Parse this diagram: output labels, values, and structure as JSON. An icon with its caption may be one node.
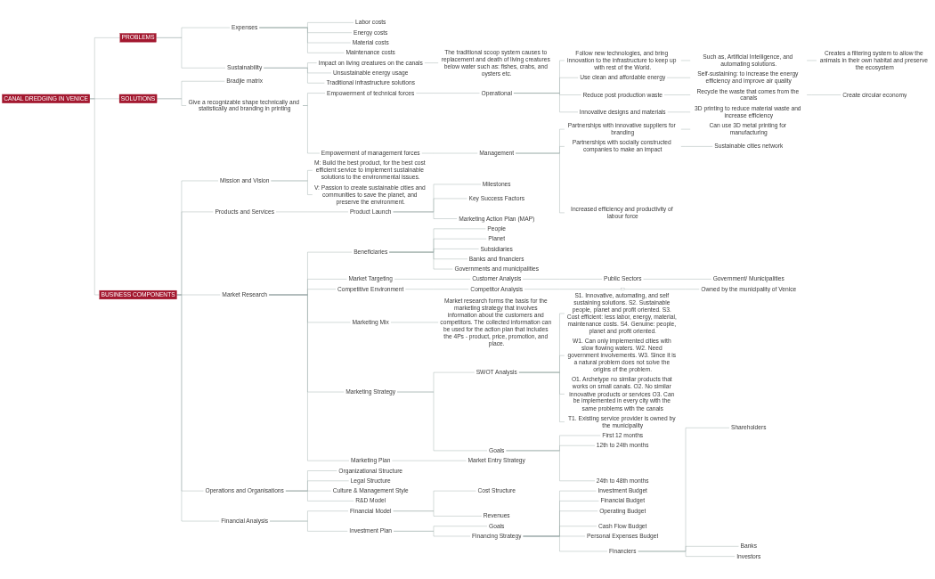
{
  "diagram": {
    "nodes": [
      {
        "text": [
          "CANAL DREDGING IN VENICE"
        ]
      },
      {
        "text": [
          "PROBLEMS"
        ]
      },
      {
        "text": [
          "Expenses"
        ]
      },
      {
        "text": [
          "Labor costs"
        ]
      },
      {
        "text": [
          "Energy costs"
        ]
      },
      {
        "text": [
          "Material costs"
        ]
      },
      {
        "text": [
          "Maintenance costs"
        ]
      },
      {
        "text": [
          "Sustainability"
        ]
      },
      {
        "text": [
          "Impact on living creatures on the canals"
        ]
      },
      {
        "text": [
          "The traditional scoop system causes to replacement and death of living creatures below water such as: fishes, crabs, and oysters etc."
        ]
      },
      {
        "text": [
          "Unsustainable energy usage"
        ]
      },
      {
        "text": [
          "Traditional infrastructure solutions"
        ]
      },
      {
        "text": [
          "SOLUTIONS"
        ]
      },
      {
        "text": [
          "Bradjie matrix"
        ]
      },
      {
        "text": [
          "Give a recognizable shape technically and statistically and branding in printing"
        ]
      },
      {
        "text": [
          "Empowerment of technical forces"
        ]
      },
      {
        "text": [
          "Operational"
        ]
      },
      {
        "text": [
          "Follow new technologies, and bring innovation to the infrastructure to keep up with rest of the World."
        ]
      },
      {
        "text": [
          "Such as, Artificial Intelligence, and automating solutions."
        ]
      },
      {
        "text": [
          "Creates a filtering system to allow the animals in their own habitat and preserve the ecosystem"
        ]
      },
      {
        "text": [
          "Use clean and affordable energy"
        ]
      },
      {
        "text": [
          "Self-sustaining: to increase the energy efficiency and improve air quality"
        ]
      },
      {
        "text": [
          "Reduce post production waste"
        ]
      },
      {
        "text": [
          "Recycle the waste that comes from the canals"
        ]
      },
      {
        "text": [
          "Create circular economy"
        ]
      },
      {
        "text": [
          "Innovative designs and materials"
        ]
      },
      {
        "text": [
          "3D printing to reduce material waste and increase efficiency"
        ]
      },
      {
        "text": [
          "Empowerment of management forces"
        ]
      },
      {
        "text": [
          "Management"
        ]
      },
      {
        "text": [
          "Partnerships with innovative suppliers for branding"
        ]
      },
      {
        "text": [
          "Can use 3D metal printing for manufacturing"
        ]
      },
      {
        "text": [
          "Partnerships with socially constructed companies to make an impact"
        ]
      },
      {
        "text": [
          "Sustainable cities network"
        ]
      },
      {
        "text": [
          "Increased efficiency and productivity of labour force"
        ]
      },
      {
        "text": [
          "BUSINESS COMPONENTS"
        ]
      },
      {
        "text": [
          "Mission and Vision"
        ]
      },
      {
        "text": [
          "M: Build the best product, for the best cost efficient service to implement sustainable solutions to the environmental issues."
        ]
      },
      {
        "text": [
          "V: Passion to create sustainable cities and communities to save the planet, and preserve the environment."
        ]
      },
      {
        "text": [
          "Products and Services"
        ]
      },
      {
        "text": [
          "Product Launch"
        ]
      },
      {
        "text": [
          "Milestones"
        ]
      },
      {
        "text": [
          "Key Success Factors"
        ]
      },
      {
        "text": [
          "Marketing Action Plan (MAP)"
        ]
      },
      {
        "text": [
          "Market Research"
        ]
      },
      {
        "text": [
          "Beneficiaries"
        ]
      },
      {
        "text": [
          "People"
        ]
      },
      {
        "text": [
          "Planet"
        ]
      },
      {
        "text": [
          "Subsidiaries"
        ]
      },
      {
        "text": [
          "Banks and financiers"
        ]
      },
      {
        "text": [
          "Governments and municipalities"
        ]
      },
      {
        "text": [
          "Market Targeting"
        ]
      },
      {
        "text": [
          "Customer Analysis"
        ]
      },
      {
        "text": [
          "Public Sectors"
        ]
      },
      {
        "text": [
          "Government/ Municipalities"
        ]
      },
      {
        "text": [
          "Competitive Environment"
        ]
      },
      {
        "text": [
          "Competitor Analysis"
        ]
      },
      {
        "text": [],
        "shape": "box"
      },
      {
        "text": [
          "Owned by the municipality of Venice"
        ]
      },
      {
        "text": [
          "Marketing Mix"
        ]
      },
      {
        "text": [
          "Market research forms the basis for the marketing strategy that involves information about the customers and competitors. The collected information can be used for the action plan that includes the 4Ps - product, price, promotion, and place."
        ]
      },
      {
        "text": [
          "Marketing Strategy"
        ]
      },
      {
        "text": [
          "SWOT Analysis"
        ]
      },
      {
        "text": [
          "S1. Innovative, automating, and self sustaining solutions. S2. Sustainable people, planet and profit oriented. S3. Cost efficient: less labor, energy, material, maintenance costs. S4. Genuine: people, planet and profit oriented."
        ]
      },
      {
        "text": [
          "W1. Can only implemented cities with slow flowing waters. W2. Need government involvements. W3. Since it is a natural problem does not solve the origins of the problem."
        ]
      },
      {
        "text": [
          "O1. Archetype no similar products that works on small canals. O2. No similar innovative products or services O3. Can be implemented in every city with the same problems with the canals"
        ]
      },
      {
        "text": [
          "T1. Existing service provider is owned by the municipality"
        ]
      },
      {
        "text": [
          "Goals"
        ]
      },
      {
        "text": [
          "First 12 months"
        ]
      },
      {
        "text": [
          "12th to 24th months"
        ]
      },
      {
        "text": [
          "24th to 48th months"
        ]
      },
      {
        "text": [
          "Marketing Plan"
        ]
      },
      {
        "text": [
          "Market Entry Strategy"
        ]
      },
      {
        "text": [
          "Operations and Organisations"
        ]
      },
      {
        "text": [
          "Organizational Structure"
        ]
      },
      {
        "text": [
          "Legal Structure"
        ]
      },
      {
        "text": [
          "Culture & Management Style"
        ]
      },
      {
        "text": [
          "R&D Model"
        ]
      },
      {
        "text": [
          "Financial Analysis"
        ]
      },
      {
        "text": [
          "Financial Model"
        ]
      },
      {
        "text": [
          "Cost Structure"
        ]
      },
      {
        "text": [
          "Revenues"
        ]
      },
      {
        "text": [
          "Investment Plan"
        ]
      },
      {
        "text": [
          "Goals"
        ]
      },
      {
        "text": [
          "Financing Strategy"
        ]
      },
      {
        "text": [
          "Investment Budget"
        ]
      },
      {
        "text": [
          "Financial Budget"
        ]
      },
      {
        "text": [
          "Operating Budget"
        ]
      },
      {
        "text": [
          "Cash Flow Budget"
        ]
      },
      {
        "text": [
          "Personal Expenses Budget"
        ]
      },
      {
        "text": [
          "Financiers"
        ]
      },
      {
        "text": [
          "Shareholders"
        ]
      },
      {
        "text": [
          "Banks"
        ]
      },
      {
        "text": [
          "Investors"
        ]
      }
    ],
    "edges": [
      {
        "from": 0,
        "to": 1,
        "arrow": "none"
      },
      {
        "from": 1,
        "to": 2,
        "arrow": "none"
      },
      {
        "from": 2,
        "to": 3,
        "arrow": "none"
      },
      {
        "from": 2,
        "to": 4,
        "arrow": "none"
      },
      {
        "from": 2,
        "to": 5,
        "arrow": "none"
      },
      {
        "from": 2,
        "to": 6,
        "arrow": "none"
      },
      {
        "from": 1,
        "to": 7,
        "arrow": "none"
      },
      {
        "from": 7,
        "to": 8,
        "arrow": "none"
      },
      {
        "from": 8,
        "to": 9,
        "arrow": "none"
      },
      {
        "from": 7,
        "to": 10,
        "arrow": "none"
      },
      {
        "from": 7,
        "to": 11,
        "arrow": "none"
      },
      {
        "from": 0,
        "to": 12,
        "arrow": "none"
      },
      {
        "from": 12,
        "to": 13,
        "arrow": "none"
      },
      {
        "from": 12,
        "to": 14,
        "arrow": "none"
      },
      {
        "from": 14,
        "to": 15,
        "arrow": "none"
      },
      {
        "from": 15,
        "to": 16,
        "arrow": "none"
      },
      {
        "from": 16,
        "to": 17,
        "arrow": "none"
      },
      {
        "from": 17,
        "to": 18,
        "arrow": "none"
      },
      {
        "from": 18,
        "to": 19,
        "arrow": "none"
      },
      {
        "from": 16,
        "to": 20,
        "arrow": "none"
      },
      {
        "from": 20,
        "to": 21,
        "arrow": "none"
      },
      {
        "from": 16,
        "to": 22,
        "arrow": "none"
      },
      {
        "from": 22,
        "to": 23,
        "arrow": "none"
      },
      {
        "from": 23,
        "to": 24,
        "arrow": "none"
      },
      {
        "from": 16,
        "to": 25,
        "arrow": "none"
      },
      {
        "from": 25,
        "to": 26,
        "arrow": "none"
      },
      {
        "from": 14,
        "to": 27,
        "arrow": "none"
      },
      {
        "from": 27,
        "to": 28,
        "arrow": "none"
      },
      {
        "from": 28,
        "to": 29,
        "arrow": "none"
      },
      {
        "from": 29,
        "to": 30,
        "arrow": "none"
      },
      {
        "from": 28,
        "to": 31,
        "arrow": "none"
      },
      {
        "from": 31,
        "to": 32,
        "arrow": "none"
      },
      {
        "from": 28,
        "to": 33,
        "arrow": "none"
      },
      {
        "from": 0,
        "to": 34,
        "arrow": "none"
      },
      {
        "from": 34,
        "to": 35,
        "arrow": "none"
      },
      {
        "from": 35,
        "to": 36,
        "arrow": "none"
      },
      {
        "from": 35,
        "to": 37,
        "arrow": "none"
      },
      {
        "from": 34,
        "to": 38,
        "arrow": "none"
      },
      {
        "from": 38,
        "to": 39,
        "arrow": "none"
      },
      {
        "from": 39,
        "to": 40,
        "arrow": "none"
      },
      {
        "from": 39,
        "to": 41,
        "arrow": "none"
      },
      {
        "from": 39,
        "to": 42,
        "arrow": "none"
      },
      {
        "from": 34,
        "to": 43,
        "arrow": "none"
      },
      {
        "from": 43,
        "to": 44,
        "arrow": "none"
      },
      {
        "from": 44,
        "to": 45,
        "arrow": "none"
      },
      {
        "from": 44,
        "to": 46,
        "arrow": "none"
      },
      {
        "from": 44,
        "to": 47,
        "arrow": "none"
      },
      {
        "from": 44,
        "to": 48,
        "arrow": "none"
      },
      {
        "from": 44,
        "to": 49,
        "arrow": "none"
      },
      {
        "from": 43,
        "to": 50,
        "arrow": "none"
      },
      {
        "from": 50,
        "to": 51,
        "arrow": "none"
      },
      {
        "from": 51,
        "to": 52,
        "arrow": "none"
      },
      {
        "from": 52,
        "to": 53,
        "arrow": "none"
      },
      {
        "from": 43,
        "to": 54,
        "arrow": "none"
      },
      {
        "from": 54,
        "to": 55,
        "arrow": "none"
      },
      {
        "from": 55,
        "to": 56,
        "arrow": "none"
      },
      {
        "from": 56,
        "to": 57,
        "arrow": "none"
      },
      {
        "from": 43,
        "to": 58,
        "arrow": "none"
      },
      {
        "from": 58,
        "to": 59,
        "arrow": "none"
      },
      {
        "from": 43,
        "to": 60,
        "arrow": "none"
      },
      {
        "from": 60,
        "to": 61,
        "arrow": "none"
      },
      {
        "from": 61,
        "to": 62,
        "arrow": "none"
      },
      {
        "from": 61,
        "to": 63,
        "arrow": "none"
      },
      {
        "from": 61,
        "to": 64,
        "arrow": "none"
      },
      {
        "from": 61,
        "to": 65,
        "arrow": "none"
      },
      {
        "from": 60,
        "to": 66,
        "arrow": "none"
      },
      {
        "from": 66,
        "to": 67,
        "arrow": "none"
      },
      {
        "from": 66,
        "to": 68,
        "arrow": "none"
      },
      {
        "from": 66,
        "to": 69,
        "arrow": "none"
      },
      {
        "from": 43,
        "to": 70,
        "arrow": "none"
      },
      {
        "from": 70,
        "to": 71,
        "arrow": "none"
      },
      {
        "from": 34,
        "to": 72,
        "arrow": "none"
      },
      {
        "from": 72,
        "to": 73,
        "arrow": "none"
      },
      {
        "from": 72,
        "to": 74,
        "arrow": "none"
      },
      {
        "from": 72,
        "to": 75,
        "arrow": "none"
      },
      {
        "from": 72,
        "to": 76,
        "arrow": "none"
      },
      {
        "from": 34,
        "to": 77,
        "arrow": "none"
      },
      {
        "from": 77,
        "to": 78,
        "arrow": "none"
      },
      {
        "from": 78,
        "to": 79,
        "arrow": "none"
      },
      {
        "from": 78,
        "to": 80,
        "arrow": "none"
      },
      {
        "from": 77,
        "to": 81,
        "arrow": "none"
      },
      {
        "from": 81,
        "to": 82,
        "arrow": "none"
      },
      {
        "from": 81,
        "to": 83,
        "arrow": "none"
      },
      {
        "from": 83,
        "to": 84,
        "arrow": "none"
      },
      {
        "from": 83,
        "to": 85,
        "arrow": "none"
      },
      {
        "from": 83,
        "to": 86,
        "arrow": "none"
      },
      {
        "from": 83,
        "to": 87,
        "arrow": "none"
      },
      {
        "from": 83,
        "to": 88,
        "arrow": "none"
      },
      {
        "from": 83,
        "to": 89,
        "arrow": "none"
      },
      {
        "from": 89,
        "to": 90,
        "arrow": "none"
      },
      {
        "from": 89,
        "to": 91,
        "arrow": "none"
      },
      {
        "from": 89,
        "to": 92,
        "arrow": "none"
      }
    ]
  }
}
